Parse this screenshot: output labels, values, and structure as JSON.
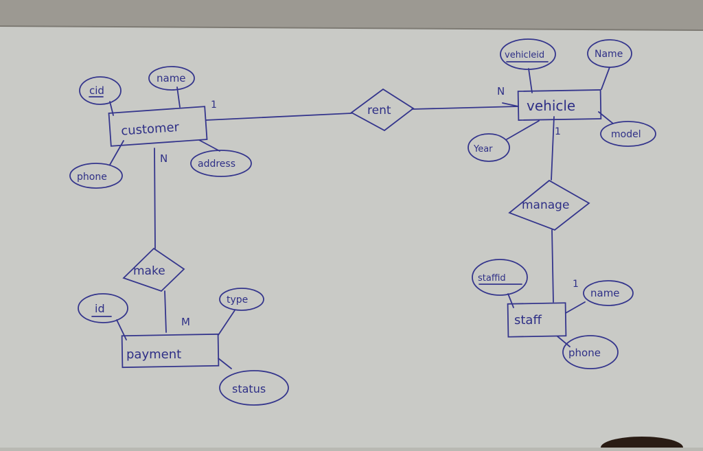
{
  "colors": {
    "paper": "#c9cac6",
    "ink": "#34358c",
    "table": "#8a8780"
  },
  "entities": {
    "customer": "customer",
    "vehicle": "vehicle",
    "payment": "payment",
    "staff": "staff"
  },
  "relationships": {
    "rent": "rent",
    "manage": "manage",
    "make": "make"
  },
  "attributes": {
    "customer_cid": "cid",
    "customer_name": "name",
    "customer_phone": "phone",
    "customer_address": "address",
    "vehicle_vehicleid": "vehicleid",
    "vehicle_name": "Name",
    "vehicle_model": "model",
    "vehicle_year": "Year",
    "payment_id": "id",
    "payment_type": "type",
    "payment_status": "status",
    "staff_staffid": "staffid",
    "staff_name": "name",
    "staff_phone": "phone"
  },
  "cardinalities": {
    "customer_rent": "1",
    "vehicle_rent": "N",
    "customer_make": "N",
    "payment_make": "M",
    "vehicle_manage": "1",
    "staff_manage": "1"
  }
}
